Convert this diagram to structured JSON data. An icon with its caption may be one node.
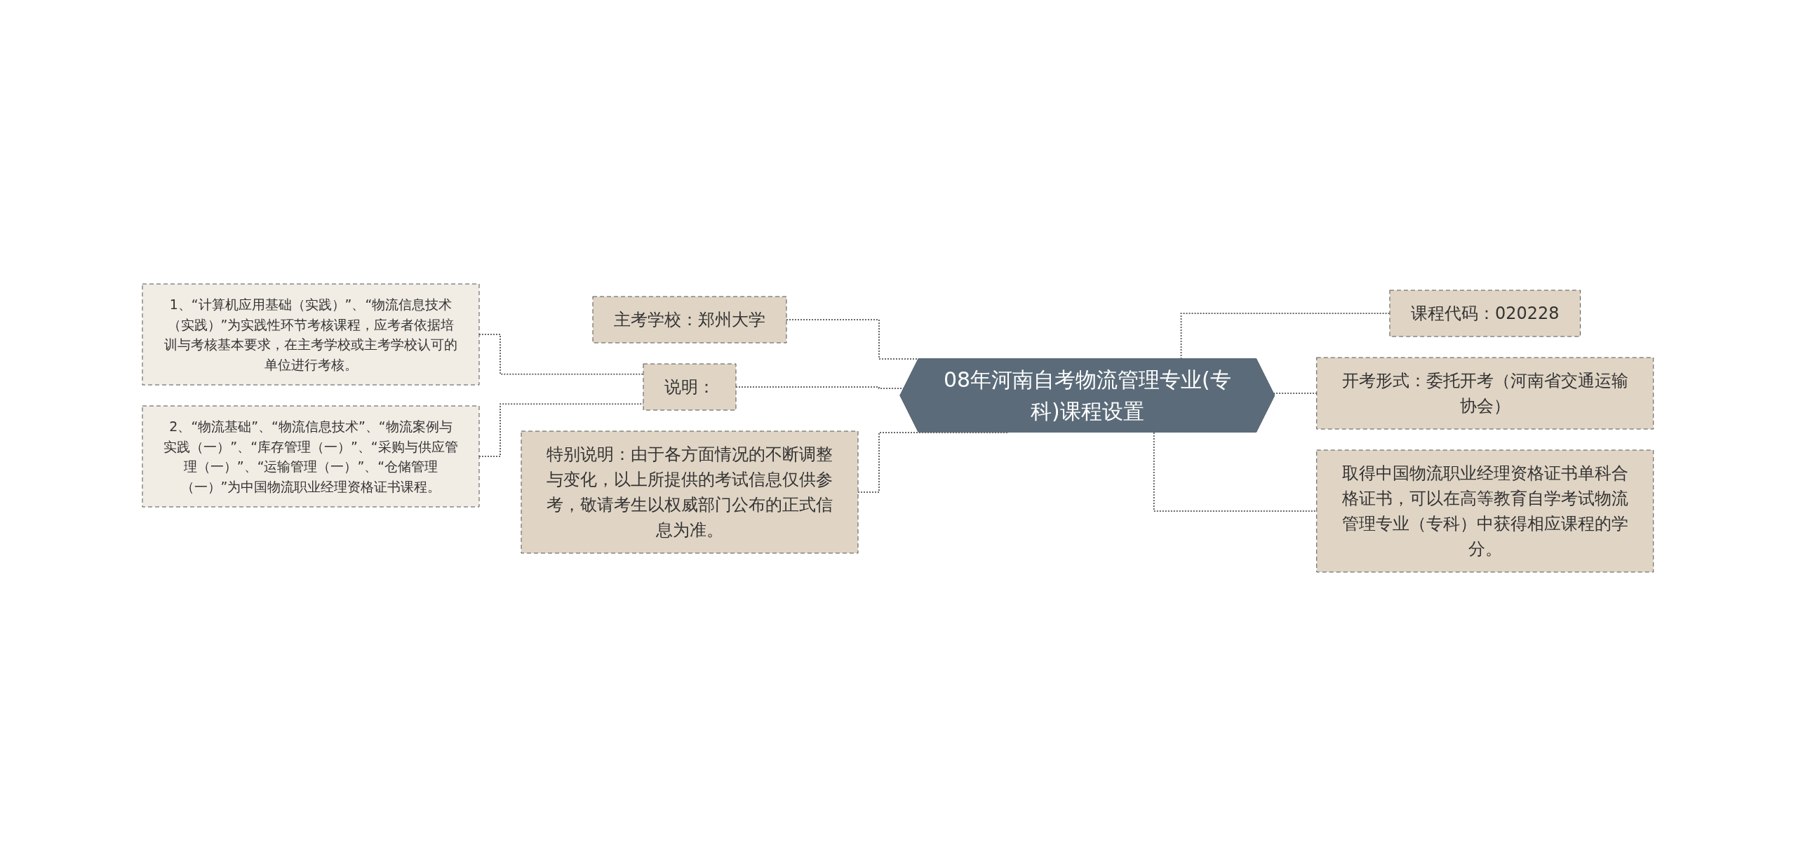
{
  "diagram": {
    "nodes": [
      {
        "text": [
          "08年河南自考物流管理专业(专科)课程设置"
        ]
      },
      {
        "text": [
          "主考学校：郑州大学"
        ]
      },
      {
        "text": [
          "说明："
        ]
      },
      {
        "text": [
          "1、“计算机应用基础（实践）”、“物流信息技术（实践）”为实践性环节考核课程，应考者依据培训与考核基本要求，在主考学校或主考学校认可的单位进行考核。"
        ]
      },
      {
        "text": [
          "2、“物流基础”、“物流信息技术”、“物流案例与实践（一）”、“库存管理（一）”、“采购与供应管理（一）”、“运输管理（一）”、“仓储管理（一）”为中国物流职业经理资格证书课程。"
        ]
      },
      {
        "text": [
          "特别说明：由于各方面情况的不断调整与变化，以上所提供的考试信息仅供参考，敬请考生以权威部门公布的正式信息为准。"
        ]
      },
      {
        "text": [
          "课程代码：020228"
        ]
      },
      {
        "text": [
          "开考形式：委托开考（河南省交通运输协会）"
        ]
      },
      {
        "text": [
          "取得中国物流职业经理资格证书单科合格证书，可以在高等教育自学考试物流管理专业（专科）中获得相应课程的学分。"
        ]
      }
    ],
    "edges": [
      {
        "from": 0,
        "to": 1,
        "arrow": "none",
        "style": "dashed"
      },
      {
        "from": 0,
        "to": 2,
        "arrow": "none",
        "style": "dashed"
      },
      {
        "from": 2,
        "to": 3,
        "arrow": "none",
        "style": "dashed"
      },
      {
        "from": 2,
        "to": 4,
        "arrow": "none",
        "style": "dashed"
      },
      {
        "from": 0,
        "to": 5,
        "arrow": "none",
        "style": "dashed"
      },
      {
        "from": 0,
        "to": 6,
        "arrow": "none",
        "style": "dashed"
      },
      {
        "from": 0,
        "to": 7,
        "arrow": "none",
        "style": "dashed"
      },
      {
        "from": 0,
        "to": 8,
        "arrow": "none",
        "style": "dashed"
      }
    ]
  }
}
